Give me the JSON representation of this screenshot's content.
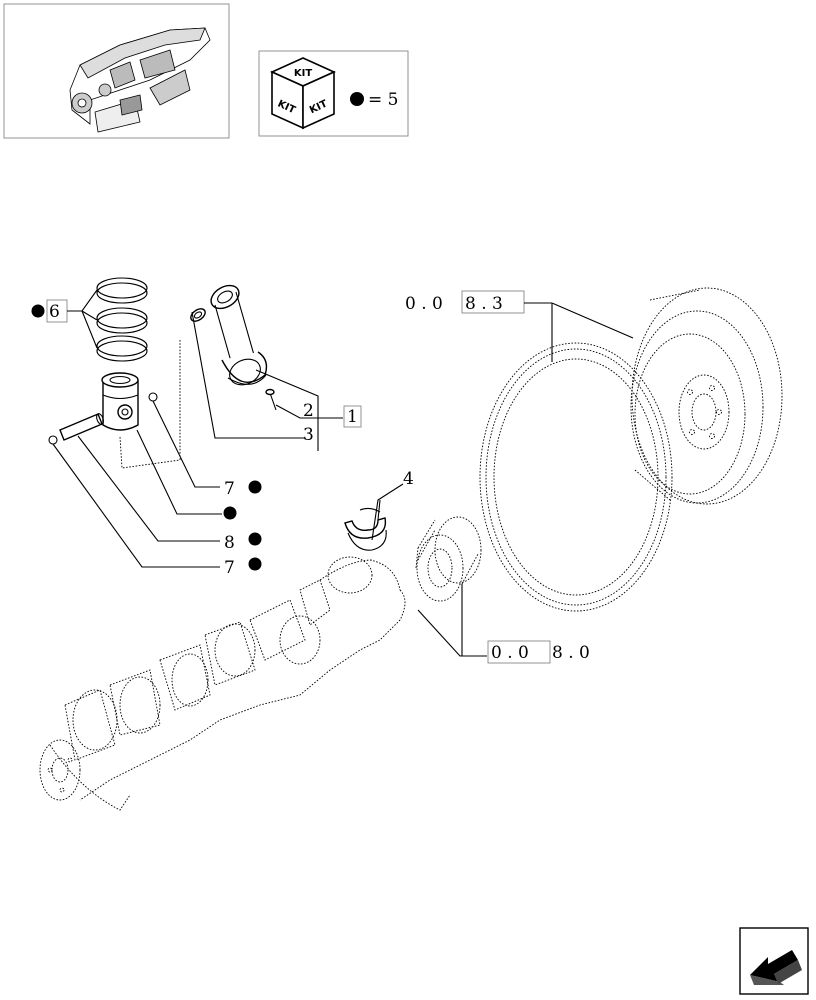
{
  "kit_legend": {
    "kit_top": "KIT",
    "kit_left": "KIT",
    "kit_right": "KIT",
    "equals": "= 5"
  },
  "callouts": {
    "part_6": "6",
    "part_1": "1",
    "part_2": "2",
    "part_3": "3",
    "part_4": "4",
    "part_7a": "7",
    "part_8": "8",
    "part_7b": "7"
  },
  "references": {
    "flywheel_prefix": "0 . 0",
    "flywheel_boxed": "8 . 3",
    "gear_boxed": "0 . 0",
    "gear_suffix": "8 . 0"
  },
  "navigation": {
    "next_page": "next-page-arrow"
  }
}
